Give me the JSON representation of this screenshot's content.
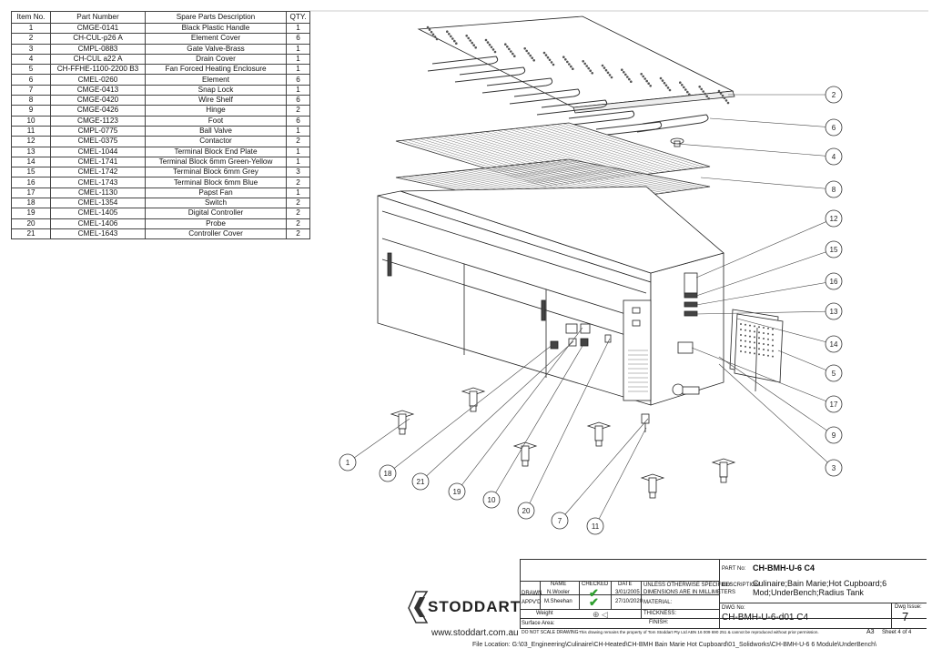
{
  "table": {
    "headers": [
      "Item No.",
      "Part Number",
      "Spare Parts Description",
      "QTY."
    ],
    "rows": [
      [
        "1",
        "CMGE-0141",
        "Black Plastic Handle",
        "1"
      ],
      [
        "2",
        "CH-CUL-p26 A",
        "Element Cover",
        "6"
      ],
      [
        "3",
        "CMPL-0883",
        "Gate Valve-Brass",
        "1"
      ],
      [
        "4",
        "CH-CUL a22 A",
        "Drain Cover",
        "1"
      ],
      [
        "5",
        "CH-FFHE-1100-2200 B3",
        "Fan Forced Heating Enclosure",
        "1"
      ],
      [
        "6",
        "CMEL-0260",
        "Element",
        "6"
      ],
      [
        "7",
        "CMGE-0413",
        "Snap Lock",
        "1"
      ],
      [
        "8",
        "CMGE-0420",
        "Wire Shelf",
        "6"
      ],
      [
        "9",
        "CMGE-0426",
        "Hinge",
        "2"
      ],
      [
        "10",
        "CMGE-1123",
        "Foot",
        "6"
      ],
      [
        "11",
        "CMPL-0775",
        "Ball Valve",
        "1"
      ],
      [
        "12",
        "CMEL-0375",
        "Contactor",
        "2"
      ],
      [
        "13",
        "CMEL-1044",
        "Terminal Block End Plate",
        "1"
      ],
      [
        "14",
        "CMEL-1741",
        "Terminal Block 6mm Green-Yellow",
        "1"
      ],
      [
        "15",
        "CMEL-1742",
        "Terminal Block 6mm Grey",
        "3"
      ],
      [
        "16",
        "CMEL-1743",
        "Terminal Block 6mm Blue",
        "2"
      ],
      [
        "17",
        "CMEL-1130",
        "Papst Fan",
        "1"
      ],
      [
        "18",
        "CMEL-1354",
        "Switch",
        "2"
      ],
      [
        "19",
        "CMEL-1405",
        "Digital Controller",
        "2"
      ],
      [
        "20",
        "CMEL-1406",
        "Probe",
        "2"
      ],
      [
        "21",
        "CMEL-1643",
        "Controller Cover",
        "2"
      ]
    ]
  },
  "balloons": [
    "1",
    "2",
    "3",
    "4",
    "5",
    "6",
    "7",
    "8",
    "9",
    "10",
    "11",
    "12",
    "13",
    "14",
    "15",
    "16",
    "17",
    "18",
    "19",
    "20",
    "21"
  ],
  "title_block": {
    "col_name": "NAME",
    "col_checked": "CHECKED",
    "col_date": "DATE",
    "drawn_label": "DRAWN",
    "drawn_name": "N.Wooler",
    "drawn_date": "3/01/2005",
    "appvd_label": "APPV'D",
    "appvd_name": "M.Sheehan",
    "appvd_date": "27/10/2020",
    "weight_label": "Weight",
    "surface_label": "Surface Area:",
    "unless": "UNLESS OTHERWISE SPECIFIED:",
    "dims": "DIMENSIONS ARE IN MILLIMETERS",
    "material": "MATERIAL:",
    "thickness": "THICKNESS:",
    "finish": "FINISH:",
    "part_no_label": "PART No:",
    "part_no": "CH-BMH-U-6 C4",
    "description_label": "DESCRIPTION:",
    "description_line1": "Culinaire;Bain Marie;Hot Cupboard;6",
    "description_line2": "Mod;UnderBench;Radius Tank",
    "dwg_no_label": "DWG No:",
    "dwg_no": "CH-BMH-U-6-d01 C4",
    "dwg_issue_label": "Dwg Issue:",
    "dwg_issue": "7",
    "do_not_scale": "DO NOT SCALE DRAWING",
    "property_note": "This drawing remains the property of Tom Stoddart Pty Ltd ABN 16 009 690 251 & cannot be reproduced without prior permission.",
    "sheet_size": "A3",
    "sheet": "Sheet 4 of 4"
  },
  "brand": {
    "name": "STODDART",
    "website": "www.stoddart.com.au",
    "file_location": "File Location: G:\\03_Engineering\\Culinaire\\CH-Heated\\CH-BMH Bain Marie Hot Cupboard\\01_Solidworks\\CH-BMH-U-6 6 Module\\UnderBench\\",
    "check_color": "#2e9e2e"
  }
}
